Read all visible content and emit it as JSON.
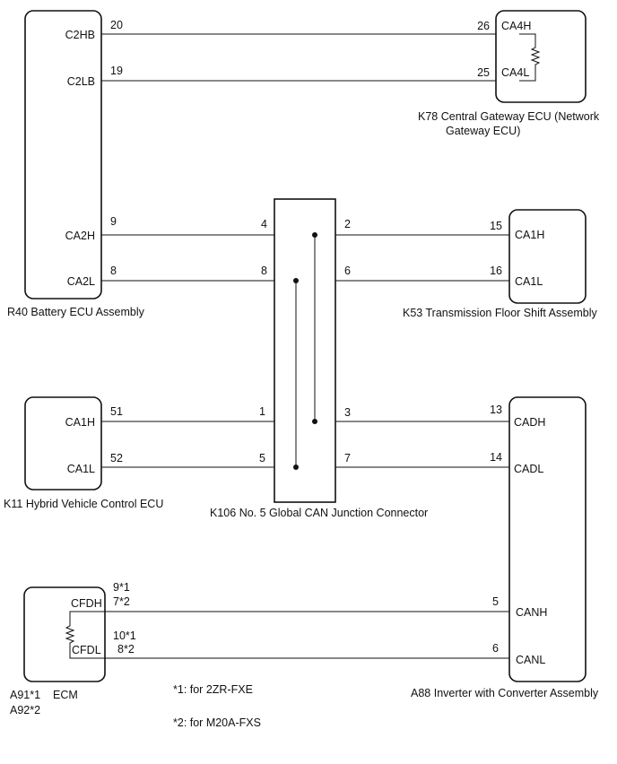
{
  "components": {
    "r40": {
      "ref": "R40",
      "name": "Battery ECU Assembly",
      "pins": {
        "c2hb": "C2HB",
        "c2lb": "C2LB",
        "ca2h": "CA2H",
        "ca2l": "CA2L"
      }
    },
    "k78": {
      "ref": "K78",
      "name_line1": "Central Gateway ECU (Network",
      "name_line2": "Gateway ECU)",
      "pins": {
        "ca4h": "CA4H",
        "ca4l": "CA4L"
      }
    },
    "k53": {
      "ref": "K53",
      "name": "Transmission Floor Shift Assembly",
      "pins": {
        "ca1h": "CA1H",
        "ca1l": "CA1L"
      }
    },
    "k11": {
      "ref": "K11",
      "name": "Hybrid Vehicle Control ECU",
      "pins": {
        "ca1h": "CA1H",
        "ca1l": "CA1L"
      }
    },
    "k106": {
      "ref": "K106",
      "name": "No. 5 Global CAN Junction Connector"
    },
    "a88": {
      "ref": "A88",
      "name": "Inverter with Converter Assembly",
      "pins": {
        "cadh": "CADH",
        "cadl": "CADL",
        "canh": "CANH",
        "canl": "CANL"
      }
    },
    "ecm": {
      "ref1": "A91*1",
      "ref2": "A92*2",
      "name": "ECM",
      "pins": {
        "cfdh": "CFDH",
        "cfdl": "CFDL"
      }
    }
  },
  "pin_numbers": {
    "r40_c2hb": "20",
    "r40_c2lb": "19",
    "r40_ca2h": "9",
    "r40_ca2l": "8",
    "k78_ca4h": "26",
    "k78_ca4l": "25",
    "k106_4": "4",
    "k106_8": "8",
    "k106_2": "2",
    "k106_6": "6",
    "k106_1": "1",
    "k106_5": "5",
    "k106_3": "3",
    "k106_7": "7",
    "k53_ca1h": "15",
    "k53_ca1l": "16",
    "k11_ca1h": "51",
    "k11_ca1l": "52",
    "a88_cadh": "13",
    "a88_cadl": "14",
    "a88_canh": "5",
    "a88_canl": "6",
    "ecm_cfdh_1": "9*1",
    "ecm_cfdh_2": "7*2",
    "ecm_cfdl_1": "10*1",
    "ecm_cfdl_2": "8*2"
  },
  "notes": {
    "note1": "*1: for 2ZR-FXE",
    "note2": "*2: for M20A-FXS"
  }
}
